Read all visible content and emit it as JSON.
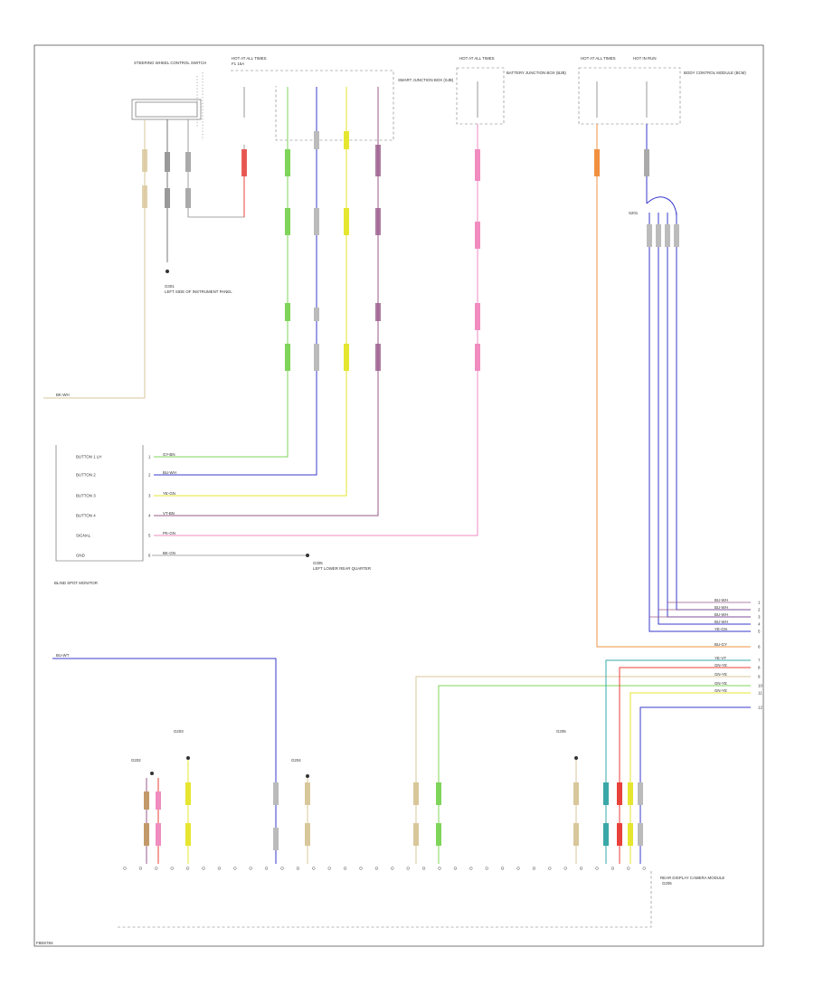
{
  "diagram": {
    "footer_code": "F8E6784",
    "colors": {
      "tan": "#d8c79a",
      "red": "#e8403a",
      "green": "#7fd45a",
      "blue": "#3a3acc",
      "yellow": "#e6e630",
      "purple": "#9a5a8a",
      "pink": "#f08cc0",
      "orange": "#f09040",
      "brown": "#c29a6a",
      "teal": "#3aa8a8",
      "gray": "#888888",
      "black": "#555555"
    },
    "labels": {
      "top_left_module": "STEERING WHEEL CONTROL SWITCH",
      "top_fuse_a": "HOT AT ALL TIMES",
      "top_fuse_a_sub": "F1 15A",
      "top_box_desc": "SMART JUNCTION BOX (SJB)",
      "top_fuse_b": "HOT AT ALL TIMES",
      "top_box_desc_b": "BATTERY JUNCTION BOX (BJB)",
      "top_fuse_c": "HOT AT ALL TIMES",
      "top_fuse_d": "HOT IN RUN",
      "top_box_desc_c": "BODY CONTROL MODULE (BCM)",
      "ground_top": "G301",
      "ground_top_desc": "LEFT SIDE OF INSTRUMENT PANEL",
      "splice": "S201",
      "left_conn_a": "BK-WH",
      "left_conn_b": "BU-WT",
      "mid_module": "BLIND SPOT MONITOR",
      "ground_mid": "G305",
      "ground_mid_desc": "LEFT LOWER REAR QUARTER",
      "bottom_module_desc": "REAR DISPLAY CAMERA MODULE",
      "bottom_ground_1": "G202",
      "bottom_ground_2": "G203",
      "bottom_ground_3": "G204",
      "bottom_ground_4": "G205",
      "bottom_ground_5": "G206"
    },
    "mid_left_pins": [
      {
        "label": "BUTTON 1 LH",
        "num": "1",
        "wire": "GY-BN"
      },
      {
        "label": "BUTTON 2",
        "num": "2",
        "wire": "BU-WH"
      },
      {
        "label": "BUTTON 3",
        "num": "3",
        "wire": "YE-GN"
      },
      {
        "label": "BUTTON 4",
        "num": "4",
        "wire": "VT-BN"
      },
      {
        "label": "SIGNAL",
        "num": "5",
        "wire": "PK-GN"
      },
      {
        "label": "GND",
        "num": "6",
        "wire": "BK-GN"
      }
    ],
    "right_side_wires": [
      "BU-WH",
      "BU-WH",
      "BU-WH",
      "BU-WH",
      "YE-GN",
      "BU-GY",
      "YE-VT",
      "GN-YE",
      "GN-YE",
      "GN-YE",
      "GN-YE"
    ],
    "right_side_pins": [
      "1",
      "2",
      "3",
      "4",
      "5",
      "6",
      "7",
      "8",
      "9",
      "10",
      "11",
      "12"
    ]
  }
}
